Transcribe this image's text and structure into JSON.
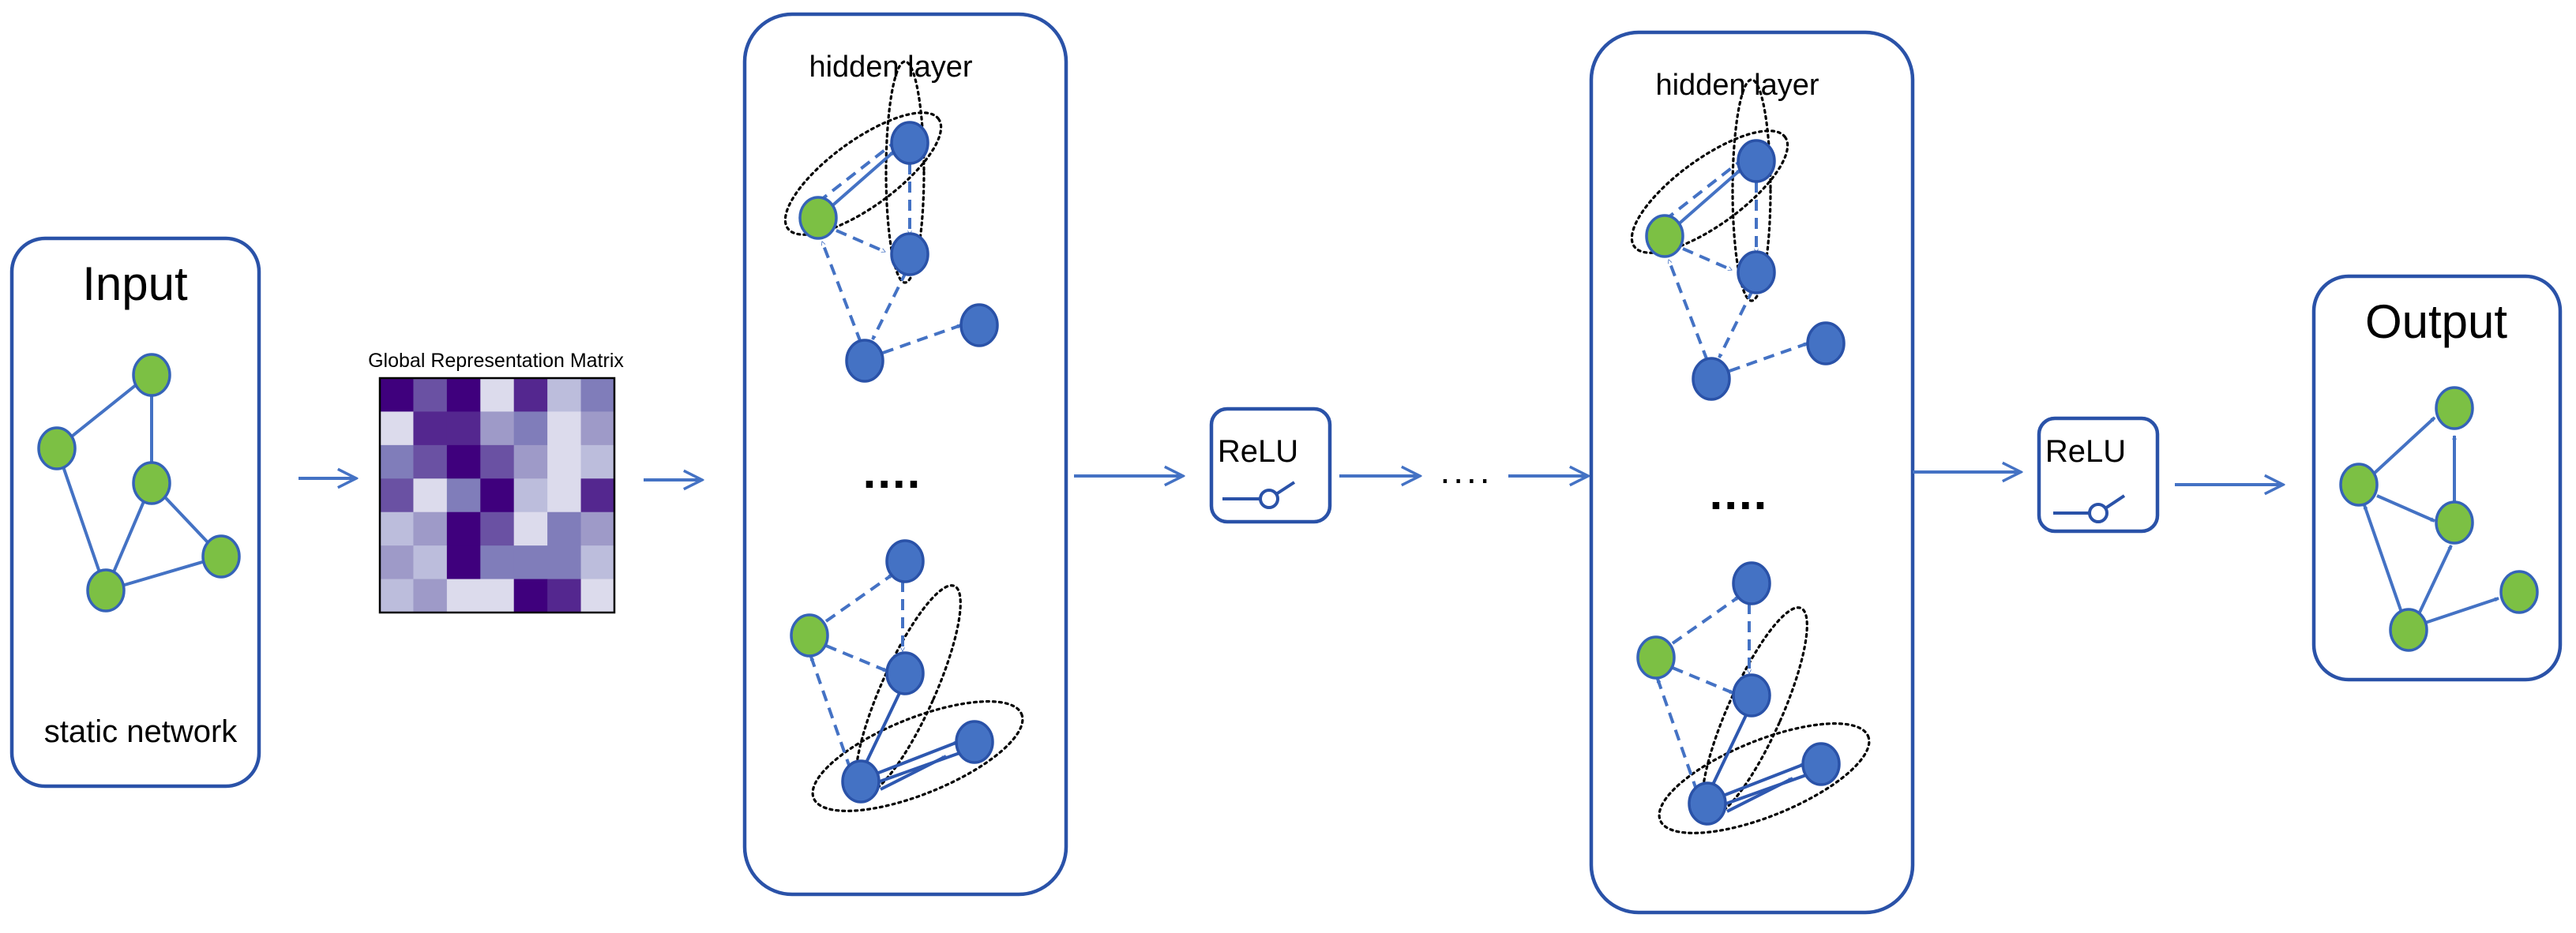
{
  "input": {
    "title": "Input",
    "caption": "static network"
  },
  "matrix": {
    "title": "Global Representation Matrix",
    "colors": [
      "#f7f4fb",
      "#dcdbec",
      "#bcbddc",
      "#9e9ac8",
      "#807dba",
      "#6a51a3",
      "#54278f",
      "#3f007d"
    ]
  },
  "hidden_layer_1": {
    "title": "hidden layer",
    "ellipsis": "...."
  },
  "hidden_layer_2": {
    "title": "hidden layer",
    "ellipsis": "...."
  },
  "relu_1": {
    "label": "ReLU"
  },
  "relu_2": {
    "label": "ReLU"
  },
  "between_ellipsis": "....",
  "output": {
    "title": "Output"
  },
  "node_colors": {
    "green": "#7cc044",
    "blue": "#4472c4"
  }
}
